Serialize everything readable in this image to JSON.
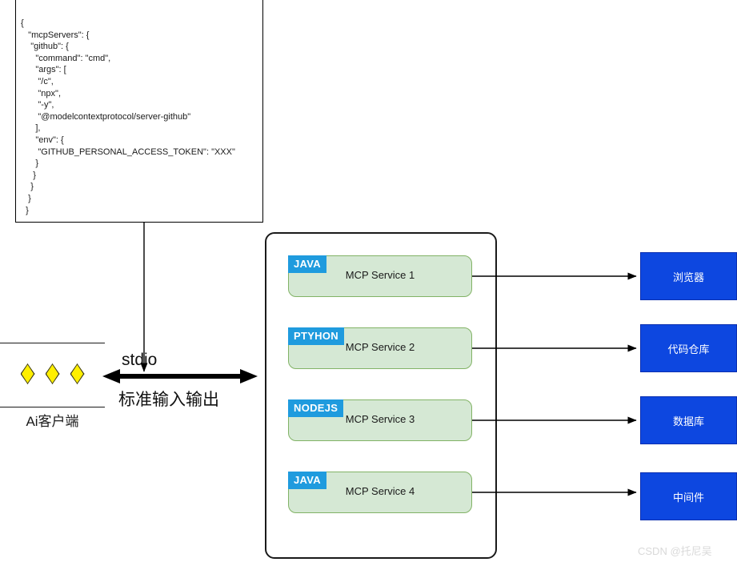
{
  "config_panel": {
    "name": "mcp-server-json-config",
    "code": "{\n   \"mcpServers\": {\n    \"github\": {\n      \"command\": \"cmd\",\n      \"args\": [\n       \"/c\",\n       \"npx\",\n       \"-y\",\n       \"@modelcontextprotocol/server-github\"\n      ],\n      \"env\": {\n       \"GITHUB_PERSONAL_ACCESS_TOKEN\": \"XXX\"\n      }\n     }\n    }\n   }\n  }"
  },
  "ai_client": {
    "label": "Ai客户端",
    "diamond_count": 3,
    "diamond_color": "#ffef00"
  },
  "transport": {
    "label_en": "stdio",
    "label_cn": "标准输入输出",
    "direction": "bidirectional"
  },
  "mcp_container": {
    "services": [
      {
        "badge": "JAVA",
        "name": "MCP Service 1"
      },
      {
        "badge": "PTYHON",
        "name": "MCP Service 2"
      },
      {
        "badge": "NODEJS",
        "name": "MCP Service 3"
      },
      {
        "badge": "JAVA",
        "name": "MCP Service 4"
      }
    ],
    "service_fill": "#d5e8d4",
    "service_border": "#82b366",
    "badge_color": "#1f9bde"
  },
  "targets": [
    {
      "label": "浏览器"
    },
    {
      "label": "代码仓库"
    },
    {
      "label": "数据库"
    },
    {
      "label": "中间件"
    }
  ],
  "target_color": "#0d47e0",
  "watermark": {
    "text": "CSDN @托尼吴"
  }
}
